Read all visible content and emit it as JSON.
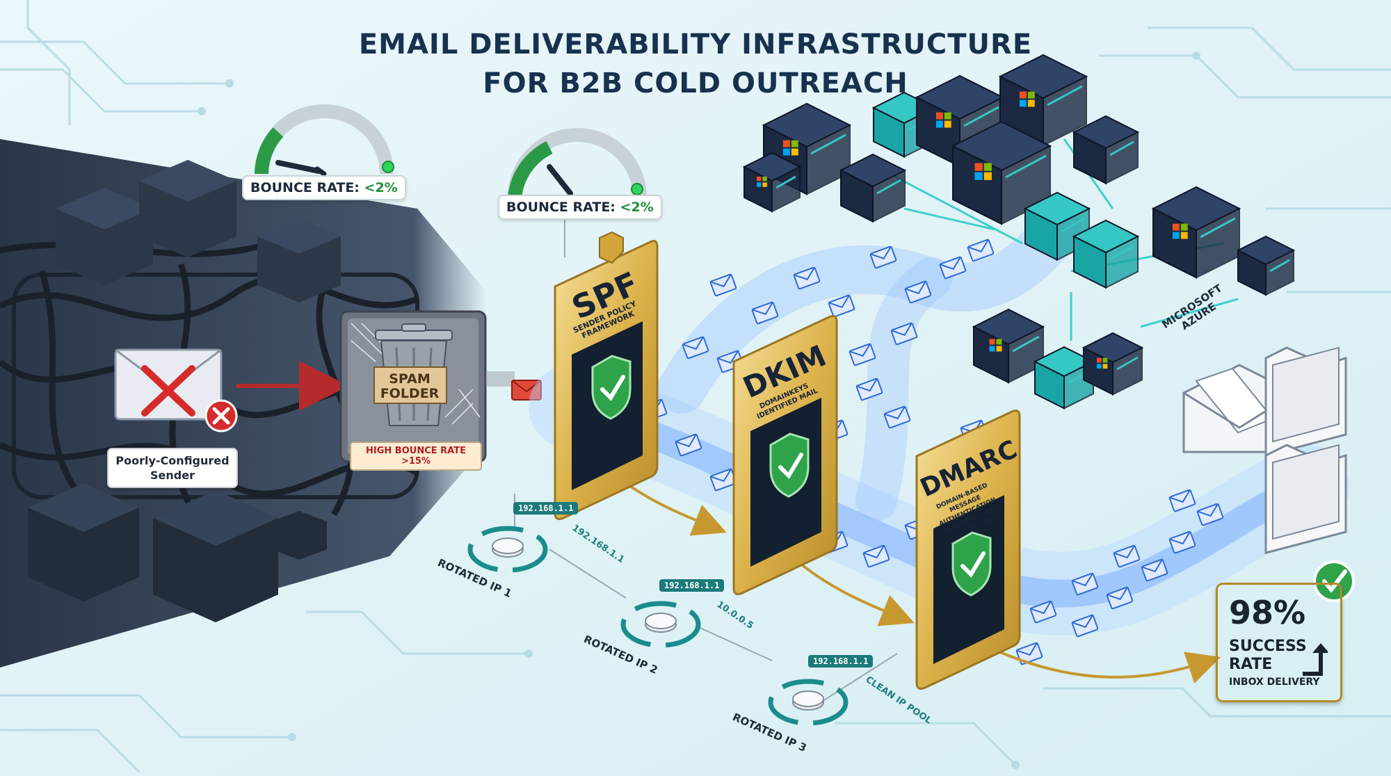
{
  "title": {
    "line1": "EMAIL DELIVERABILITY INFRASTRUCTURE",
    "line2": "FOR B2B COLD OUTREACH"
  },
  "gauges": [
    {
      "label": "BOUNCE RATE:",
      "value": "<2%",
      "level": 0.82
    },
    {
      "label": "BOUNCE RATE:",
      "value": "<2%",
      "level": 0.72
    }
  ],
  "sender": {
    "label": "Poorly-Configured Sender",
    "status_icon": "red-x-icon"
  },
  "spam": {
    "folder_label": "SPAM FOLDER",
    "bounce_label": "HIGH BOUNCE RATE >15%",
    "icon": "trash-can-icon"
  },
  "auth_panels": [
    {
      "id": "spf",
      "title": "SPF",
      "subtitle": "SENDER POLICY FRAMEWORK",
      "icon": "shield-check-icon"
    },
    {
      "id": "dkim",
      "title": "DKIM",
      "subtitle": "DOMAINKEYS IDENTIFIED MAIL",
      "icon": "shield-check-icon"
    },
    {
      "id": "dmarc",
      "title": "DMARC",
      "subtitle": "DOMAIN-BASED MESSAGE AUTHENTICATION, REPORTING, AND CONFORMANCE",
      "icon": "shield-check-icon"
    }
  ],
  "ip_rotation": [
    {
      "tag": "192.168.1.1",
      "label": "ROTATED IP 1",
      "side": "192.168.1.1"
    },
    {
      "tag": "192.168.1.1",
      "label": "ROTATED IP 2",
      "side": "10.0.0.5"
    },
    {
      "tag": "192.168.1.1",
      "label": "ROTATED IP 3",
      "side": "CLEAN IP POOL"
    }
  ],
  "cloud": {
    "label_line1": "MICROSOFT",
    "label_line2": "AZURE",
    "server_label": "MICROSOFT AZURE"
  },
  "success": {
    "percent": "98%",
    "label_line1": "SUCCESS",
    "label_line2": "RATE",
    "caption": "INBOX DELIVERY",
    "icon": "green-check-icon"
  },
  "colors": {
    "background": "#e4f4f8",
    "navy": "#17314f",
    "gold": "#d9ae3c",
    "teal": "#1b7a7a",
    "good": "#1f8f3a",
    "bad": "#d62b2b",
    "flow": "#6aa3ff"
  }
}
